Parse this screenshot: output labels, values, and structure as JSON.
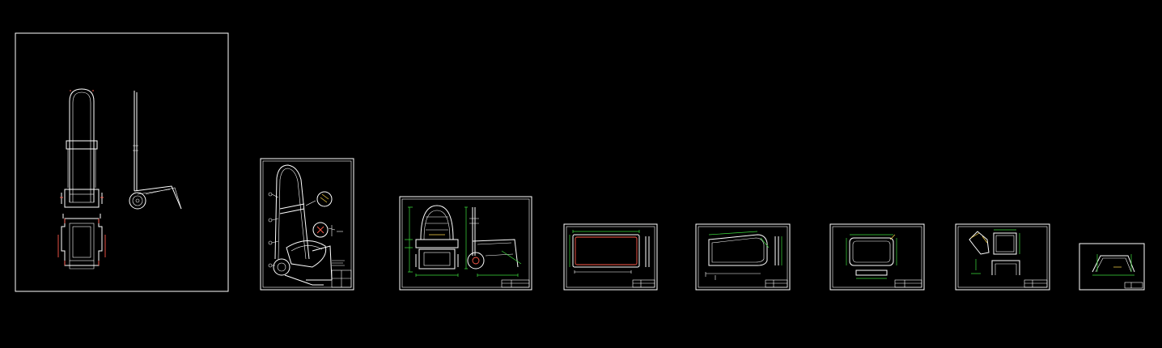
{
  "window": {
    "background": "#000000"
  },
  "palette": {
    "outline": "#ffffff",
    "dimension": "#3ddc3d",
    "hidden": "#ff5a4a",
    "note": "#ffd84a"
  },
  "sheets": [
    {
      "id": "sheet-1",
      "content": "trolley-assembly-views"
    },
    {
      "id": "sheet-2",
      "content": "trolley-isometric"
    },
    {
      "id": "sheet-3",
      "content": "trolley-front-side-dimensioned"
    },
    {
      "id": "sheet-4",
      "content": "frame-part-a"
    },
    {
      "id": "sheet-5",
      "content": "frame-part-b"
    },
    {
      "id": "sheet-6",
      "content": "frame-part-c"
    },
    {
      "id": "sheet-7",
      "content": "bracket-parts"
    },
    {
      "id": "sheet-8",
      "content": "bent-profile"
    }
  ]
}
